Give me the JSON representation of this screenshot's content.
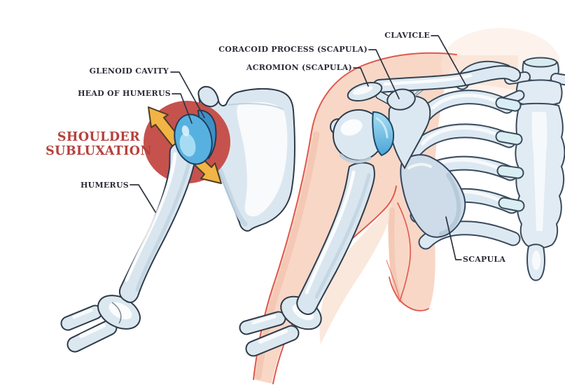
{
  "diagram": {
    "title": "SHOULDER SUBLUXATION",
    "labels": {
      "glenoid_cavity": "GLENOID CAVITY",
      "head_of_humerus": "HEAD OF HUMERUS",
      "humerus": "HUMERUS",
      "coracoid_process": "CORACOID PROCESS (SCAPULA)",
      "acromion": "ACROMION (SCAPULA)",
      "clavicle": "CLAVICLE",
      "scapula": "SCAPULA"
    },
    "colors": {
      "title_red": "#b5413c",
      "label_ink": "#2e2b39",
      "highlight_red": "#c6524d",
      "arrow_yellow": "#f2b445",
      "cartilage_blue": "#57b1e0",
      "cartilage_dark_blue": "#3f8fc8",
      "bone_fill": "#dbe7f0",
      "bone_outline": "#32404f",
      "skin_fill": "#f8d7c7",
      "skin_outline": "#e0584c",
      "background": "#ffffff"
    }
  }
}
